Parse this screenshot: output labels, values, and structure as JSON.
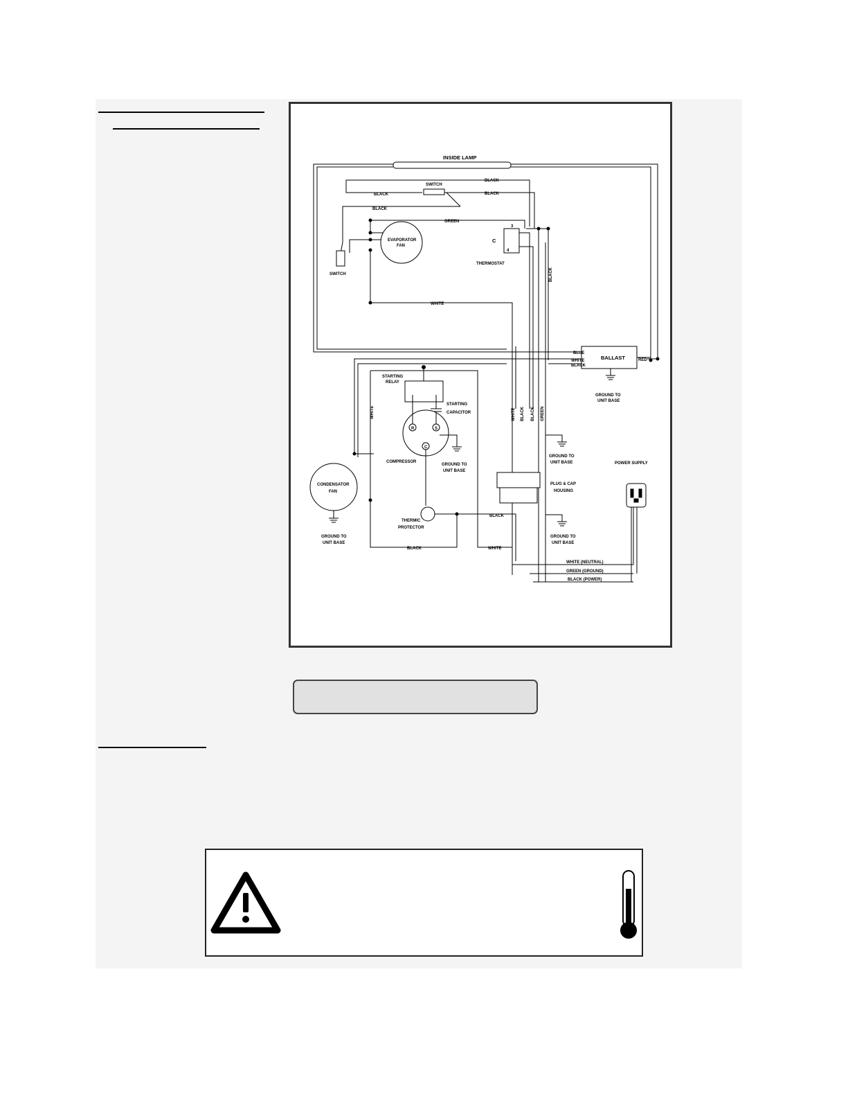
{
  "diagram": {
    "inside_lamp": "INSIDE LAMP",
    "switch_top": "SWITCH",
    "black_1": "BLACK",
    "black_2": "BLACK",
    "black_3": "BLACK",
    "black_4": "BLACK",
    "green_1": "GREEN",
    "evap_fan_1": "EVAPORATOR",
    "evap_fan_2": "FAN",
    "thermostat": "THERMOSTAT",
    "term_3": "3",
    "term_4": "4",
    "term_c": "C",
    "switch_left": "SWITCH",
    "white_h": "WHITE",
    "black_vert": "BLACK",
    "blue": "BLUE",
    "white_b": "WHITE",
    "black_b": "BLACK",
    "ballast": "BALLAST",
    "red": "RED",
    "ground_ballast_1": "GROUND TO",
    "ground_ballast_2": "UNIT BASE",
    "starting_relay_1": "STARTING",
    "starting_relay_2": "RELAY",
    "starting_cap_1": "STARTING",
    "starting_cap_2": "CAPACITOR",
    "white_v_left": "WHITE",
    "wv1": "WHITE",
    "wv2": "BLACK",
    "wv3": "BLACK",
    "wv4": "GREEN",
    "term_r": "R",
    "term_s": "S",
    "term_c2": "C",
    "compressor": "COMPRESSOR",
    "ground_comp_1": "GROUND TO",
    "ground_comp_2": "UNIT BASE",
    "ground_mid_1": "GROUND TO",
    "ground_mid_2": "UNIT BASE",
    "power_supply": "POWER SUPPLY",
    "cond_fan_1": "CONDENSATOR",
    "cond_fan_2": "FAN",
    "plug_cap_1": "PLUG & CAP",
    "plug_cap_2": "HOUSING",
    "thermic_1": "THERMIC",
    "thermic_2": "PROTECTOR",
    "black_tp": "BLACK",
    "ground_cond_1": "GROUND TO",
    "ground_cond_2": "UNIT BASE",
    "ground_low_1": "GROUND TO",
    "ground_low_2": "UNIT BASE",
    "black_bottom": "BLACK",
    "white_bottom": "WHITE",
    "white_neutral": "WHITE (NEUTRAL)",
    "green_ground": "GREEN (GROUND)",
    "black_power": "BLACK (POWER)"
  },
  "icons": {
    "warning": "warning-triangle-icon",
    "thermometer": "thermometer-icon"
  }
}
